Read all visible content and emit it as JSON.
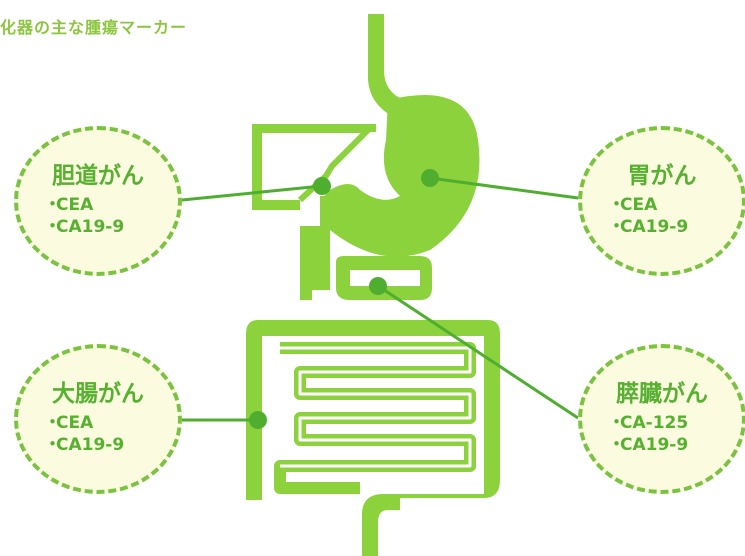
{
  "title": "化器の主な腫瘍マーカー",
  "colors": {
    "organ": "#8cd23c",
    "organ_outline": "#ffffff",
    "line": "#4fae30",
    "bubble_fill": "#fbfbe0",
    "bubble_border": "#7cc242",
    "text": "#58b030"
  },
  "cancers": [
    {
      "name": "胆道がん",
      "markers": [
        "CEA",
        "CA19-9"
      ]
    },
    {
      "name": "胃がん",
      "markers": [
        "CEA",
        "CA19-9"
      ]
    },
    {
      "name": "大腸がん",
      "markers": [
        "CEA",
        "CA19-9"
      ]
    },
    {
      "name": "膵臓がん",
      "markers": [
        "CA-125",
        "CA19-9"
      ]
    }
  ],
  "bullet": "・"
}
